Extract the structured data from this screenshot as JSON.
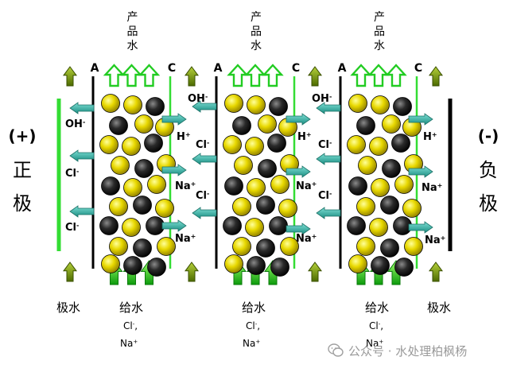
{
  "electrodes": {
    "positive": {
      "sign": "(+)",
      "name_top": "正",
      "name_bottom": "极",
      "color": "#33dd33"
    },
    "negative": {
      "sign": "(-)",
      "name_top": "负",
      "name_bottom": "极",
      "color": "#000000"
    }
  },
  "membranes": {
    "anion_label": "A",
    "cation_label": "C",
    "anion_color": "#000000",
    "cation_color": "#33dd33"
  },
  "product_water": {
    "lines": [
      "产",
      "品",
      "水"
    ]
  },
  "feed": {
    "label": "给水",
    "ions_line1": "Cl",
    "ions_line1_sup": "-",
    "ions_line1_tail": ",",
    "ions_line2": "Na",
    "ions_line2_sup": "+"
  },
  "electrode_water": {
    "label": "极水"
  },
  "ions": {
    "hydroxide": {
      "base": "OH",
      "sup": "-"
    },
    "hydrogen": {
      "base": "H",
      "sup": "+"
    },
    "chloride": {
      "base": "Cl",
      "sup": "-"
    },
    "sodium": {
      "base": "Na",
      "sup": "+"
    }
  },
  "colors": {
    "resin_yellow": "#e8d800",
    "resin_black": "#2a2a2a",
    "arrow_green": "#22cc22",
    "arrow_olive": "#7a9a10",
    "arrow_cyan": "#2aa89a"
  },
  "watermark": {
    "text": "公众号 · 水处理柏枫杨",
    "icon": "wechat-icon"
  }
}
